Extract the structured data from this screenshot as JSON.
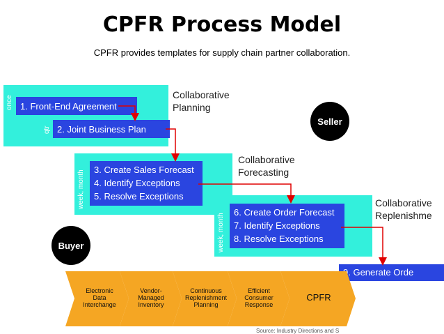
{
  "title": "CPFR Process Model",
  "subtitle": "CPFR provides templates for supply chain partner collaboration.",
  "phases": {
    "planning": "Collaborative\nPlanning",
    "forecasting": "Collaborative\nForecasting",
    "replenishment": "Collaborative\nReplenishme"
  },
  "steps": [
    "1. Front-End Agreement",
    "2. Joint Business Plan",
    "3. Create Sales Forecast",
    "4. Identify Exceptions",
    "5. Resolve Exceptions",
    "6. Create Order Forecast",
    "7. Identify Exceptions",
    "8. Resolve Exceptions",
    "9. Generate Orde"
  ],
  "side_labels": {
    "once": "once",
    "qtr": "qtr",
    "forecasting": "week, month",
    "replenishment": "week, month"
  },
  "actors": {
    "seller": "Seller",
    "buyer": "Buyer"
  },
  "chevrons": [
    "Electronic\nData\nInterchange",
    "Vendor-\nManaged\nInventory",
    "Continuous\nReplenishment\nPlanning",
    "Efficient\nConsumer\nResponse",
    "CPFR"
  ],
  "source": "Source: Industry Directions and S",
  "colors": {
    "cyan": "#33f0dc",
    "blue": "#2a45e0",
    "chevron": "#f5a623",
    "arrow": "#e00000"
  }
}
